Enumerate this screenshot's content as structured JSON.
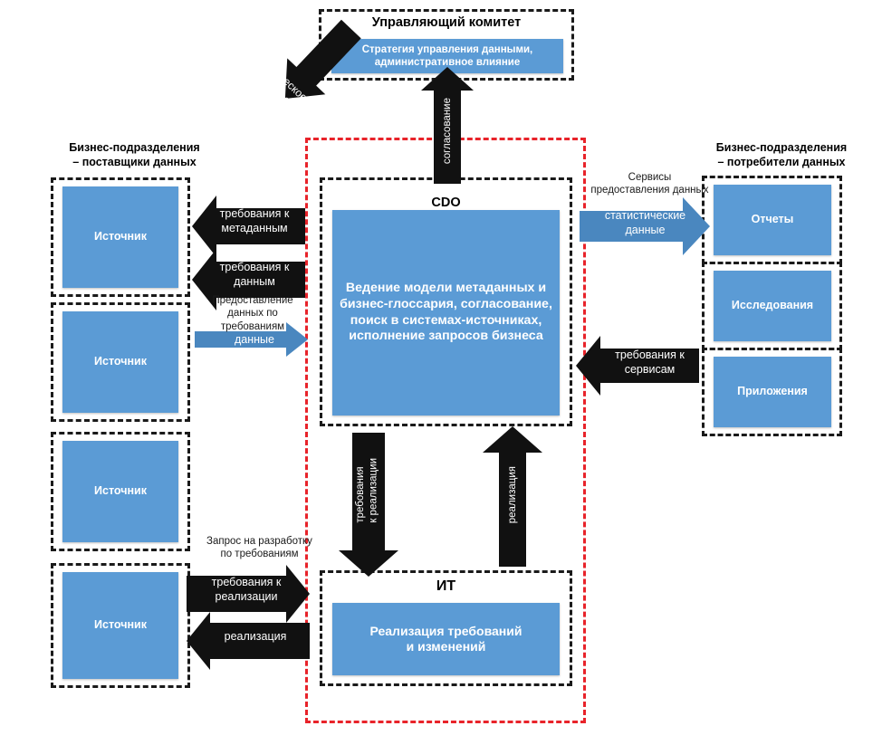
{
  "diagram": {
    "title_committee": "Управляющий комитет",
    "committee_box": "Стратегия управления данными,\nадминистративное влияние",
    "cdo_title": "CDO",
    "cdo_box": "Ведение модели метаданных и\nбизнес-глоссария, согласование,\nпоиск в системах-источниках,\nисполнение запросов бизнеса",
    "it_title": "ИТ",
    "it_box": "Реализация требований\nи изменений",
    "left_header": "Бизнес-подразделения\n– поставщики данных",
    "right_header": "Бизнес-подразделения\n– потребители данных",
    "sources": [
      {
        "label": "Источник"
      },
      {
        "label": "Источник"
      },
      {
        "label": "Источник"
      },
      {
        "label": "Источник"
      }
    ],
    "consumers": [
      {
        "label": "Отчеты"
      },
      {
        "label": "Исследования"
      },
      {
        "label": "Приложения"
      }
    ],
    "arrows": {
      "strategic": "Стратегическое\nуправление",
      "soglasovanie": "согласование",
      "req_metadata": "требования к\nметаданным",
      "req_data": "требования к\nданным",
      "data_provision_note": "Предоставление\nданных по\nтребованиям",
      "data_flow": "данные",
      "services_note": "Сервисы\nпредоставления данных",
      "stat_data": "статистические\nданные",
      "req_services": "требования к\nсервисам",
      "dev_request_note": "Запрос на разработку\nпо требованиям",
      "req_impl_left": "требования к\nреализации",
      "impl_left": "реализация",
      "req_impl_vert": "требования\nк реализации",
      "impl_vert": "реализация"
    },
    "colors": {
      "blue": "#5B9BD5",
      "black": "#111111",
      "red": "#E8232A",
      "white": "#FFFFFF"
    }
  }
}
